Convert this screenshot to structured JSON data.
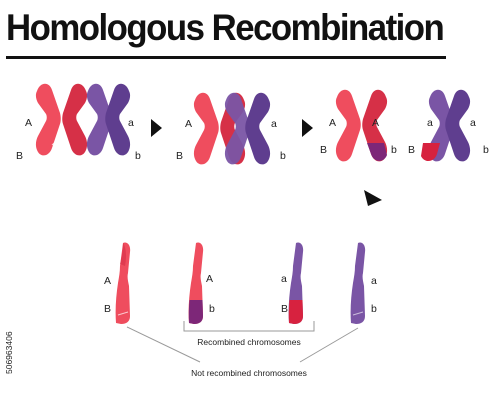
{
  "title": "Homologous Recombination",
  "colors": {
    "maternal": "#ef4d5e",
    "maternal_dark": "#d63047",
    "paternal": "#7a55a5",
    "paternal_dark": "#5f3e8f",
    "recombined_red_tip": "#d7223f",
    "recombined_purple_tip": "#7d2778",
    "arrow": "#111111",
    "bracket": "#9a9a9a"
  },
  "icons": [
    "right-arrow-icon",
    "down-left-arrow-icon"
  ],
  "stage1": {
    "left_labels": [
      "A",
      "B"
    ],
    "right_labels": [
      "a",
      "b"
    ]
  },
  "stage2": {
    "left_labels": [
      "A",
      "B"
    ],
    "right_labels": [
      "a",
      "b"
    ]
  },
  "stage3": {
    "left_labels": [
      "A",
      "B"
    ],
    "right_labels": [
      "A",
      "b"
    ],
    "second_left_labels": [
      "a",
      "B"
    ],
    "second_right_labels": [
      "a",
      "b"
    ]
  },
  "products": {
    "chromatid_1": [
      "A",
      "B"
    ],
    "chromatid_2": [
      "A",
      "b"
    ],
    "chromatid_3": [
      "a",
      "B"
    ],
    "chromatid_4": [
      "a",
      "b"
    ]
  },
  "captions": {
    "recombined": "Recombined chromosomes",
    "not_recombined": "Not recombined chromosomes"
  },
  "watermark": "506963406"
}
